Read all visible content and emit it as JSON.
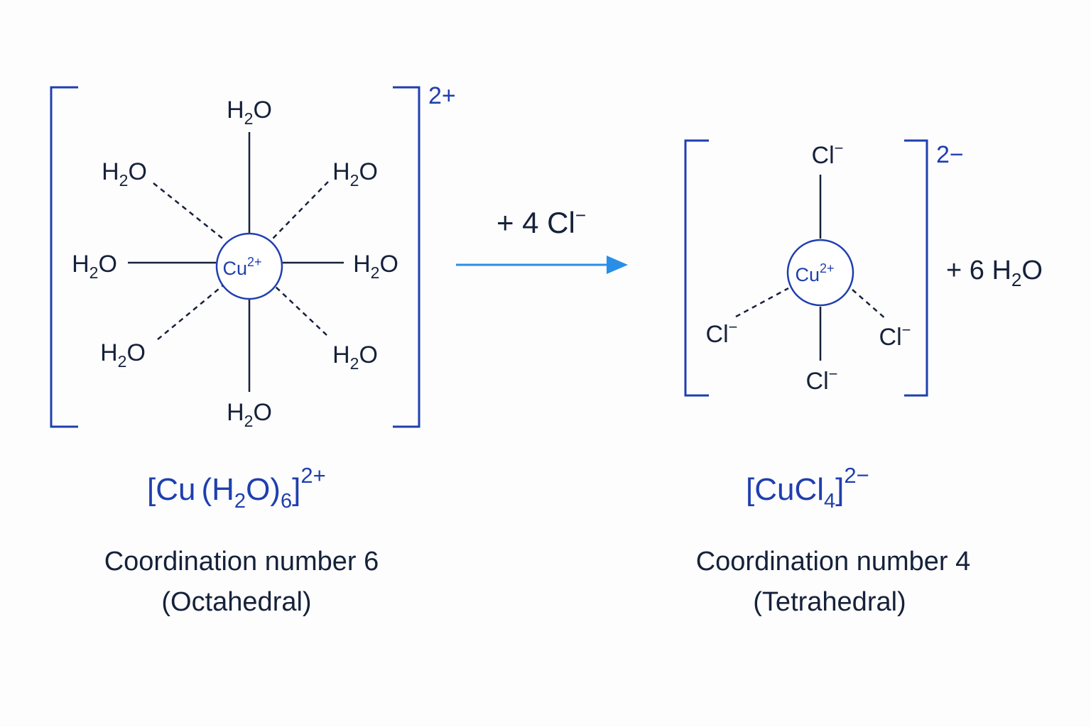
{
  "left_complex": {
    "metal": "Cu",
    "metal_charge": "2+",
    "ligand_main": "H",
    "ligand_sub": "2",
    "ligand_tail": "O",
    "complex_charge": "2+",
    "formula": {
      "open": "[",
      "metal": "Cu",
      "paren_open": "(H",
      "sub": "2",
      "paren_close": "O)",
      "count": "6",
      "close": "]",
      "charge": "2+"
    },
    "caption_line1": "Coordination number 6",
    "caption_line2": "(Octahedral)"
  },
  "reaction": {
    "reagent": "+ 4 Cl",
    "reagent_charge": "−",
    "arrow_color": "#2b8ee6"
  },
  "right_complex": {
    "metal": "Cu",
    "metal_charge": "2+",
    "ligand": "Cl",
    "ligand_charge": "−",
    "complex_charge": "2−",
    "formula": {
      "open": "[",
      "main": "CuCl",
      "sub": "4",
      "close": "]",
      "charge": "2−"
    },
    "caption_line1": "Coordination number 4",
    "caption_line2": "(Tetrahedral)"
  },
  "product": {
    "prefix": "+ 6 H",
    "sub": "2",
    "tail": "O"
  },
  "colors": {
    "text": "#16213a",
    "accent": "#1f3fae",
    "arrow": "#2b8ee6"
  }
}
